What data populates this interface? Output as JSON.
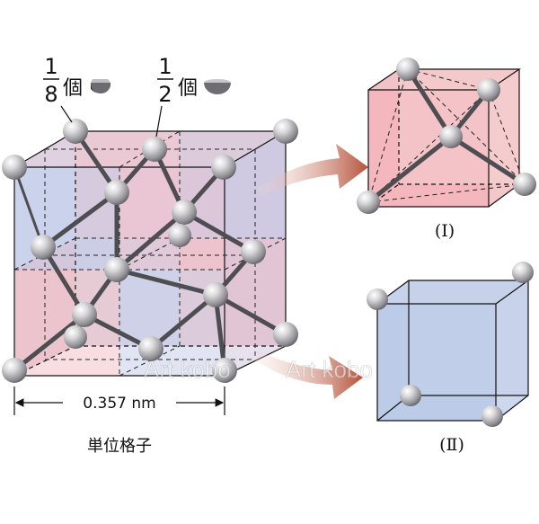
{
  "labels": {
    "corner_fraction": {
      "numerator": "1",
      "denominator": "8",
      "unit": "個"
    },
    "face_fraction": {
      "numerator": "1",
      "denominator": "2",
      "unit": "個"
    },
    "lattice_constant": "0.357 nm",
    "unit_cell_caption": "単位格子",
    "figure_1_label": "(Ⅰ)",
    "figure_2_label": "(Ⅱ)",
    "watermark_1": "Art kobo",
    "watermark_2": "Art kobo"
  },
  "icons": [
    "eighth-sphere-icon",
    "half-sphere-icon",
    "arrow-icon"
  ],
  "colors": {
    "pink_face": "#f2b8bf",
    "blue_face": "#b9c8e6",
    "atom": "#c9c9cc",
    "bond": "#555555",
    "arrow": "#b5523c"
  }
}
